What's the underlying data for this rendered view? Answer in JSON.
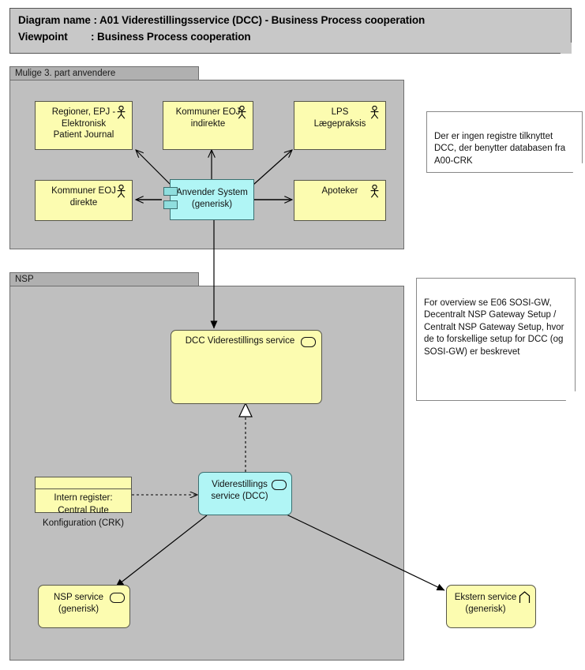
{
  "header": {
    "diagram_name_label": "Diagram name :",
    "diagram_name_value": "A01 Viderestillingsservice (DCC) - Business Process cooperation",
    "viewpoint_label": "Viewpoint",
    "viewpoint_sep": ": ",
    "viewpoint_value": "Business Process cooperation",
    "row1": "Diagram name : A01 Viderestillingsservice (DCC) - Business Process cooperation",
    "row2_label": "Viewpoint",
    "row2_value": ": Business Process cooperation"
  },
  "groups": [
    {
      "id": "group-third-party",
      "title": "Mulige 3. part anvendere"
    },
    {
      "id": "group-nsp",
      "title": "NSP"
    }
  ],
  "nodes": [
    {
      "id": "regioner-epj",
      "label": "Regioner, EPJ -\nElektronisk\nPatient Journal",
      "type": "business-actor",
      "icon": "actor-icon",
      "fill": "#fcfcb0"
    },
    {
      "id": "kommuner-eoj-indirekte",
      "label": "Kommuner EOJ\nindirekte",
      "type": "business-actor",
      "icon": "actor-icon",
      "fill": "#fcfcb0"
    },
    {
      "id": "lps-laegepraksis",
      "label": "LPS\nLægepraksis",
      "type": "business-actor",
      "icon": "actor-icon",
      "fill": "#fcfcb0"
    },
    {
      "id": "kommuner-eoj-direkte",
      "label": "Kommuner EOJ\ndirekte",
      "type": "business-actor",
      "icon": "actor-icon",
      "fill": "#fcfcb0"
    },
    {
      "id": "apoteker",
      "label": "Apoteker",
      "type": "business-actor",
      "icon": "actor-icon",
      "fill": "#fcfcb0"
    },
    {
      "id": "anvender-system",
      "label": "Anvender System\n(generisk)",
      "type": "application-component",
      "icon": "component-icon",
      "fill": "#b0f5f5"
    },
    {
      "id": "dcc-viderestillings-service",
      "label": "DCC Viderestillings service",
      "type": "business-service",
      "icon": "service-icon",
      "fill": "#fcfcb0"
    },
    {
      "id": "intern-register-crk",
      "label": "Intern register:\nCentral Rute\nKonfiguration (CRK)",
      "type": "business-object",
      "icon": "object-icon",
      "fill": "#fcfcb0"
    },
    {
      "id": "viderestillings-service-dcc",
      "label": "Viderestillings\nservice (DCC)",
      "type": "application-service",
      "icon": "service-icon",
      "fill": "#b0f5f5"
    },
    {
      "id": "nsp-service",
      "label": "NSP service\n(generisk)",
      "type": "application-service",
      "icon": "service-icon",
      "fill": "#fcfcb0"
    },
    {
      "id": "ekstern-service",
      "label": "Ekstern service\n(generisk)",
      "type": "application-interaction",
      "icon": "chevron-icon",
      "fill": "#fcfcb0"
    }
  ],
  "notes": [
    {
      "id": "note-crk",
      "text": "Der er ingen registre tilknyttet DCC, der benytter databasen fra A00-CRK"
    },
    {
      "id": "note-sosi-gw",
      "text": "For overview se E06 SOSI-GW, Decentralt NSP Gateway Setup / Centralt NSP Gateway Setup, hvor de to forskellige setup for DCC (og SOSI-GW) er beskrevet"
    }
  ],
  "colors": {
    "yellow_fill": "#fcfcb0",
    "cyan_fill": "#b0f5f5",
    "group_fill": "#bfbfbf",
    "group_tab_fill": "#b0b0b0",
    "banner_fill": "#c8c8c8",
    "line": "#000000",
    "note_fill": "#ffffff"
  }
}
